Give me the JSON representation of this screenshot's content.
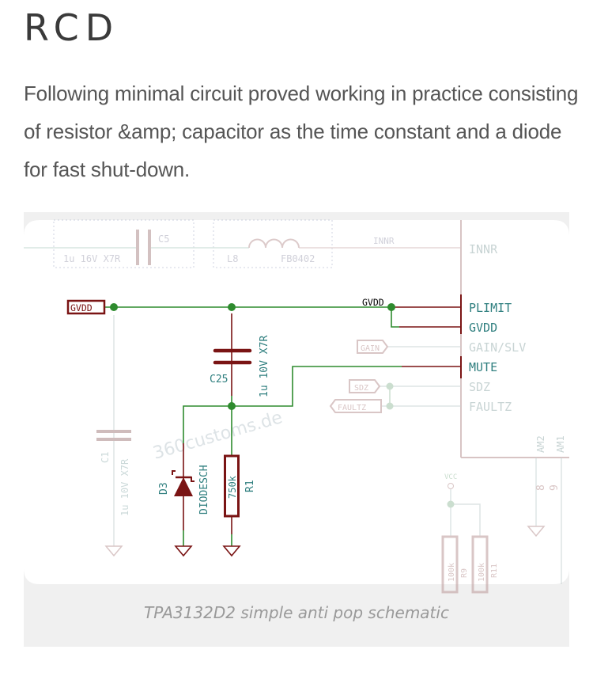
{
  "heading": "RCD",
  "paragraph": "Following minimal circuit proved working in practice consisting of resistor &amp; capacitor as the time constant and a diode for fast shut-down.",
  "figure": {
    "caption": "TPA3132D2 simple anti pop schematic",
    "watermark": "360customs.de",
    "schematic": {
      "faded": {
        "c5_value": "1u 16V X7R",
        "c5_ref": "C5",
        "l8_ref": "L8",
        "l8_value": "FB0402",
        "innr_net": "INNR",
        "c1_ref": "C1",
        "c1_value": "1u 10V X7R",
        "gain_label": "GAIN",
        "sdz_label": "SDZ",
        "faultz_label": "FAULTZ",
        "vcc_label": "VCC",
        "pin_8": "8",
        "pin_9": "9",
        "r_value_a": "100k",
        "r_value_b": "100k",
        "r_ref_a": "R9",
        "r_ref_b": "R11"
      },
      "gvdd_port": "GVDD",
      "gvdd_net": "GVDD",
      "c25_ref": "C25",
      "c25_value": "1u 10V X7R",
      "d3_ref": "D3",
      "d3_value": "DIODESCH",
      "r1_value": "750k",
      "r1_ref": "R1",
      "ic_pins": {
        "innr": "INNR",
        "plimit": "PLIMIT",
        "gvdd": "GVDD",
        "gain_slv": "GAIN/SLV",
        "mute": "MUTE",
        "sdz": "SDZ",
        "faultz": "FAULTZ",
        "am2": "AM2",
        "am1": "AM1"
      },
      "colors": {
        "wire": "#2e8b2e",
        "part": "#7a1414",
        "text": "#2f7f7f",
        "faded": "#c8b4b4"
      }
    }
  }
}
